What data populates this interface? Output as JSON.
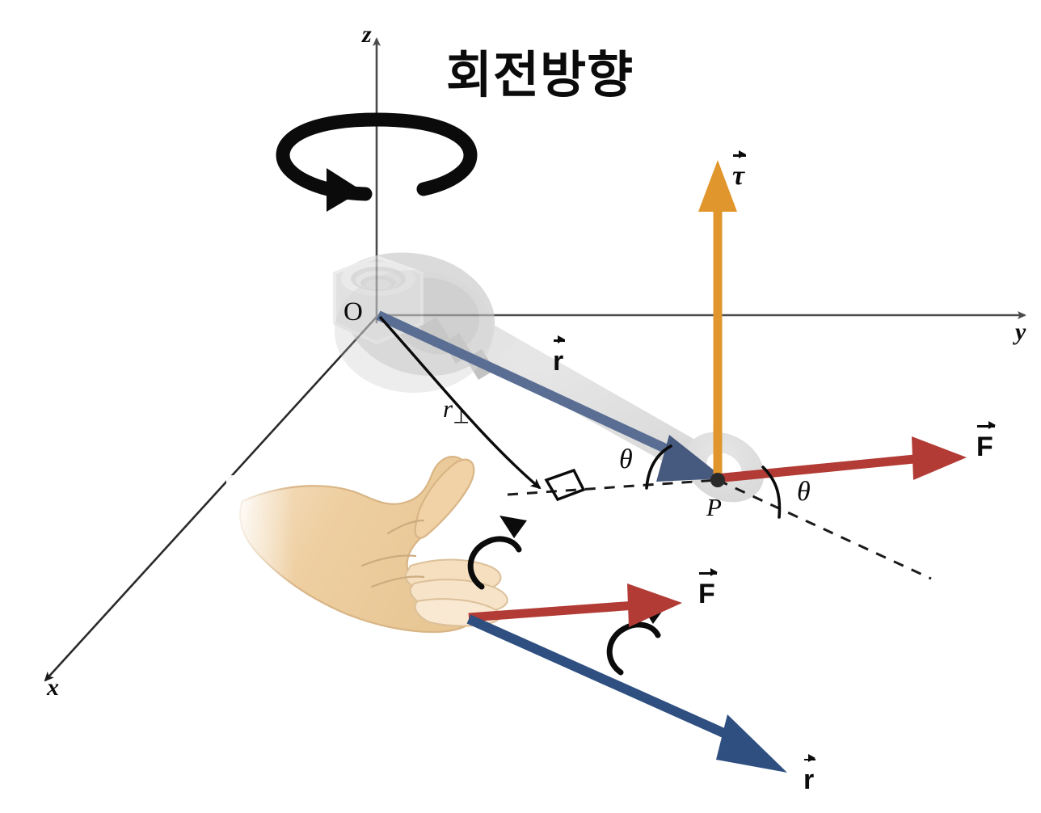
{
  "diagram": {
    "title_annotation": "회전방향",
    "description": "Torque vector diagram with wrench on a bolt at origin and right-hand rule illustration",
    "colors": {
      "torque_vector": "#e0962c",
      "force_vector": "#b23b35",
      "position_vector": "#2e4f80",
      "position_vector_upper": "#5a6e93",
      "axis": "#4a4a4a",
      "wrench_body": "#c8c8c8",
      "wrench_shadow": "#9a9a9a",
      "skin": "#eecfa1",
      "skin_shadow": "#dcb782",
      "outline": "#0b0b0b"
    }
  },
  "axes": [
    {
      "name": "z",
      "label": "z",
      "direction": "up"
    },
    {
      "name": "y",
      "label": "y",
      "direction": "right"
    },
    {
      "name": "x",
      "label": "x",
      "direction": "down-left"
    }
  ],
  "labels": {
    "origin": "O",
    "point_p": "P",
    "r_perp_symbol": "r",
    "r_perp_subscript": "⊥",
    "theta_wrench": "θ",
    "theta_force": "θ",
    "torque": "τ",
    "force_upper": "F",
    "force_lower": "F",
    "position_upper": "r",
    "position_lower": "r"
  },
  "annotations": {
    "rotation_direction_text": "회전방향",
    "rotation_arrow_axis": "z-axis circular arrow",
    "hand_rule_arrows": 2
  },
  "icons": {
    "rotation_arrow": "circular-rotation-arrow",
    "hand": "right-hand-illustration",
    "wrench": "wrench-icon",
    "nut": "hex-nut-icon"
  }
}
